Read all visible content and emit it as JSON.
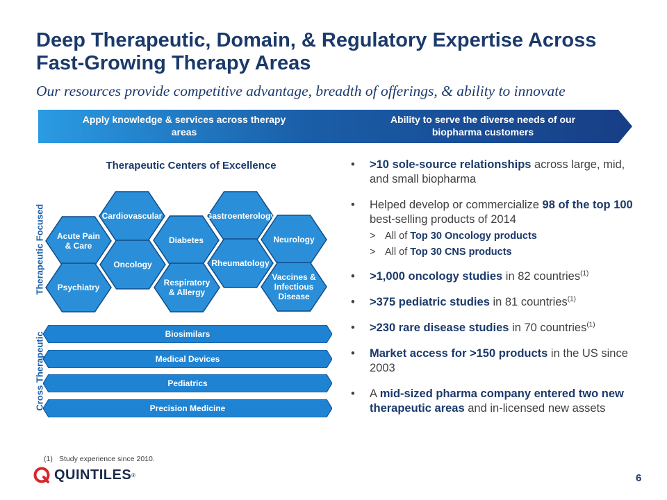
{
  "title": "Deep Therapeutic, Domain, & Regulatory Expertise Across Fast-Growing Therapy Areas",
  "subtitle": "Our resources provide competitive advantage, breadth of offerings, & ability to innovate",
  "banner": {
    "left": "Apply knowledge & services across therapy areas",
    "right": "Ability to serve the diverse needs of our biopharma customers"
  },
  "centers_title": "Therapeutic Centers of Excellence",
  "side_labels": {
    "focused": "Therapeutic Focused",
    "cross": "Cross Therapeutic"
  },
  "hexes": [
    {
      "id": "cardiovascular",
      "label": "Cardiovascular"
    },
    {
      "id": "gastroenterology",
      "label": "Gastroenterology"
    },
    {
      "id": "acute-pain",
      "label": "Acute Pain\n& Care"
    },
    {
      "id": "diabetes",
      "label": "Diabetes"
    },
    {
      "id": "neurology",
      "label": "Neurology"
    },
    {
      "id": "oncology",
      "label": "Oncology"
    },
    {
      "id": "rheumatology",
      "label": "Rheumatology"
    },
    {
      "id": "psychiatry",
      "label": "Psychiatry"
    },
    {
      "id": "respiratory",
      "label": "Respiratory\n& Allergy"
    },
    {
      "id": "vaccines",
      "label": "Vaccines &\nInfectious\nDisease"
    }
  ],
  "bars": [
    "Biosimilars",
    "Medical Devices",
    "Pediatrics",
    "Precision Medicine"
  ],
  "bullets": {
    "b1_hl": ">10 sole-source relationships",
    "b1_rest": " across large, mid, and small biopharma",
    "b2_pre": "Helped develop or commercialize ",
    "b2_hl": "98 of the top 100",
    "b2_post": " best-selling products of 2014",
    "s1_pre": "All of ",
    "s1_hl": "Top 30 Oncology products",
    "s2_pre": "All of ",
    "s2_hl": "Top 30 CNS products",
    "b3_hl": ">1,000 oncology studies",
    "b3_rest": " in 82 countries",
    "b4_hl": ">375 pediatric studies",
    "b4_rest": " in 81 countries",
    "b5_hl": ">230 rare disease studies",
    "b5_rest": " in 70 countries",
    "b6_hl": "Market access for >150 products",
    "b6_rest": " in the US since 2003",
    "b7_pre": "A ",
    "b7_hl": "mid-sized pharma company entered two new therapeutic areas",
    "b7_rest": " and in-licensed new assets",
    "footnote_ref": "(1)"
  },
  "footnote": {
    "num": "(1)",
    "text": "Study experience since 2010."
  },
  "logo": {
    "text": "QUINTILES",
    "reg": "®"
  },
  "page_number": "6",
  "colors": {
    "navy": "#1b3a6b",
    "hex_fill": "#2a8fd8",
    "hex_stroke": "#0f4c8a",
    "bar_fill": "#1f83d3"
  }
}
